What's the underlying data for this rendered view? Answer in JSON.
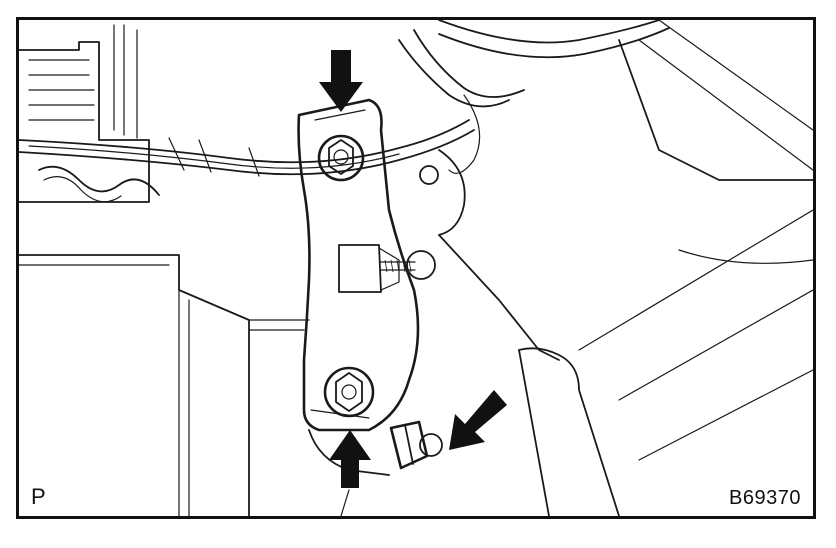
{
  "figure": {
    "corner_left_label": "P",
    "corner_right_label": "B69370",
    "callout_arrows": 3,
    "line_color": "#1a1a1a",
    "arrow_color": "#111111",
    "background_color": "#ffffff"
  }
}
